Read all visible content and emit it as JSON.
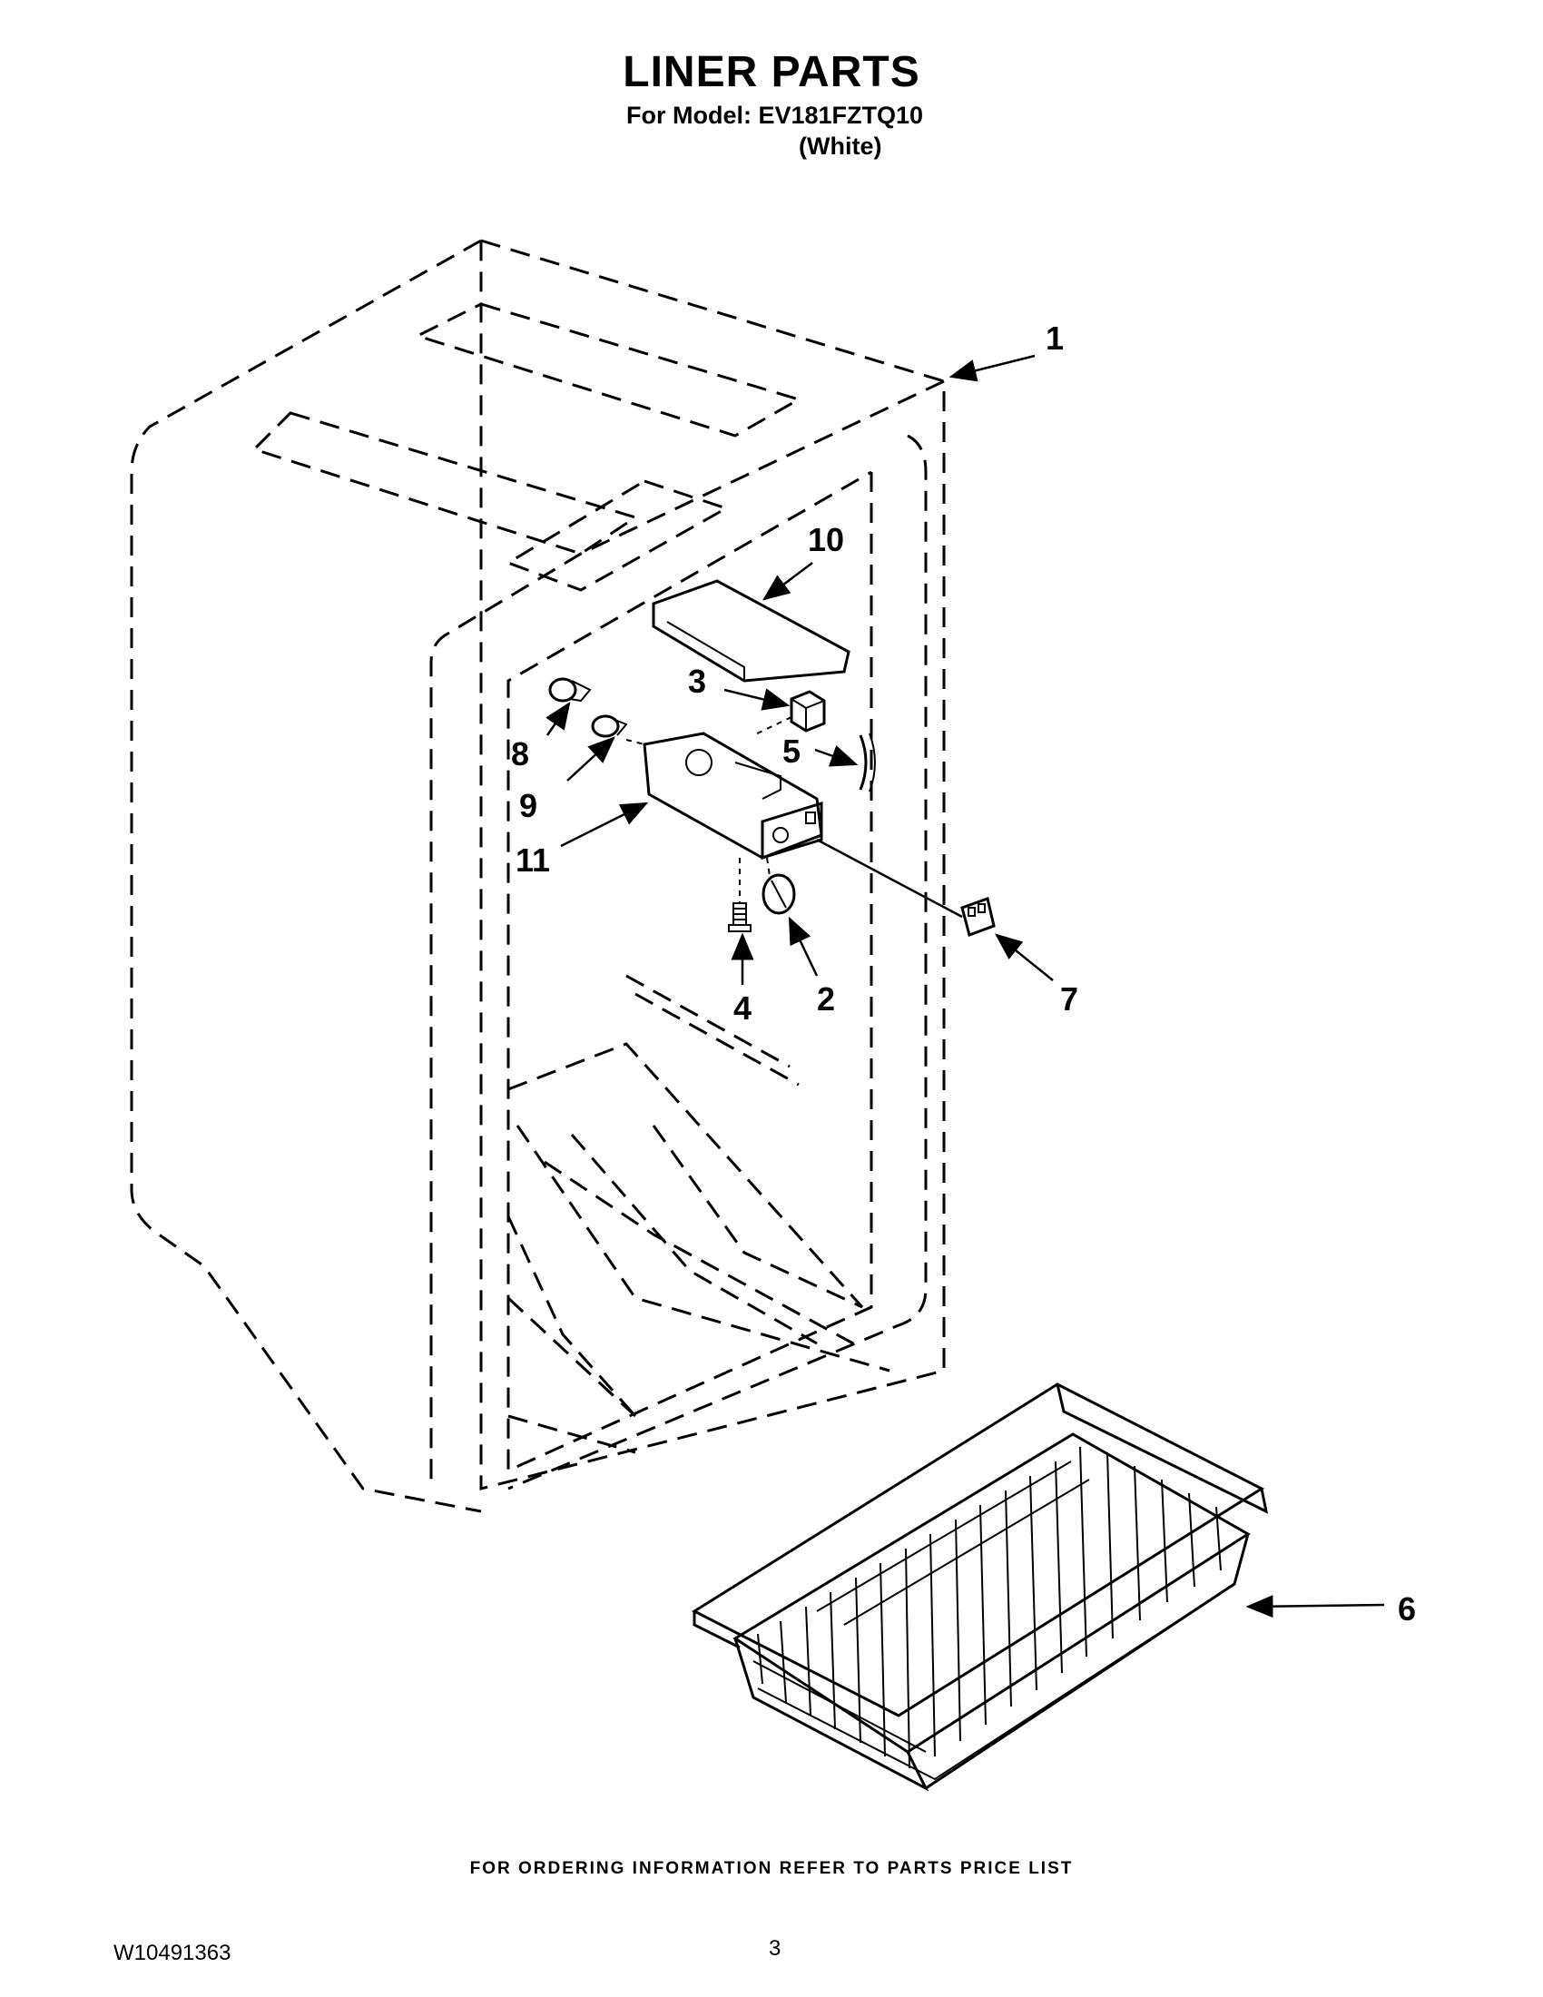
{
  "header": {
    "title": "LINER PARTS",
    "model_line": "For Model: EV181FZTQ10",
    "color_line": "(White)"
  },
  "callouts": [
    "1",
    "2",
    "3",
    "4",
    "5",
    "6",
    "7",
    "8",
    "9",
    "10",
    "11"
  ],
  "footer": {
    "ordering_note": "FOR ORDERING INFORMATION REFER TO PARTS PRICE LIST",
    "document_number": "W10491363",
    "page_number": "3"
  }
}
